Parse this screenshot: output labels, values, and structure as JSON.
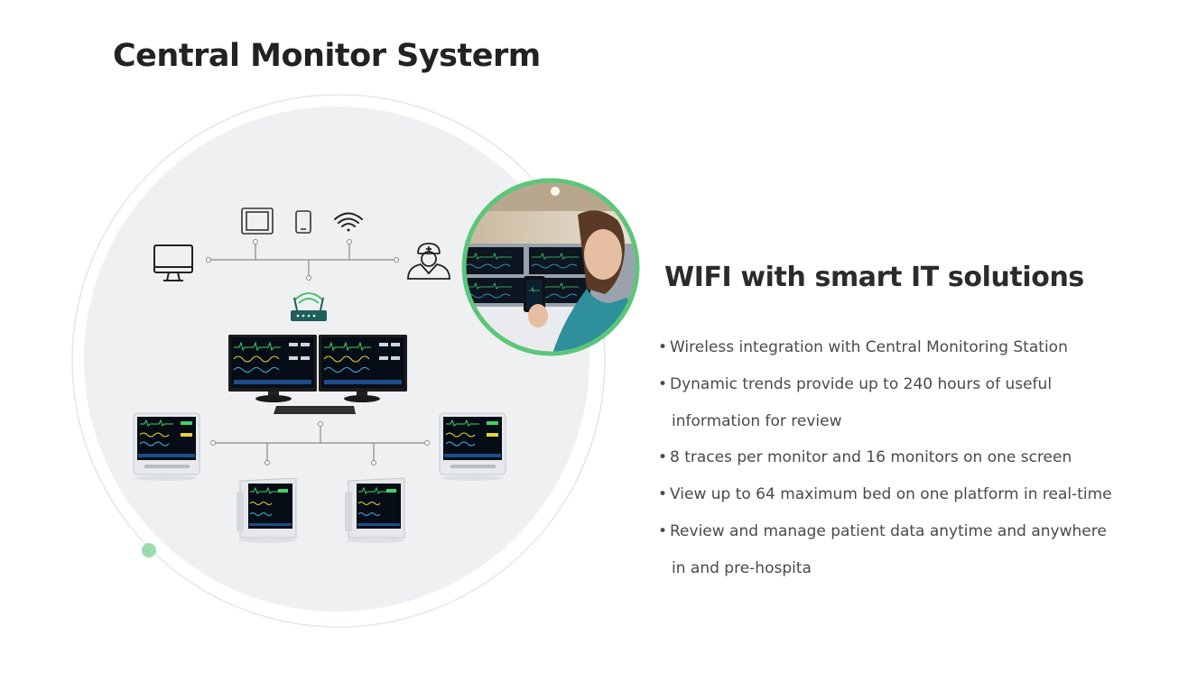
{
  "title": "Central Monitor Systerm",
  "heading": "WIFI with smart IT solutions",
  "features": [
    {
      "lines": [
        "Wireless integration with Central Monitoring Station"
      ]
    },
    {
      "lines": [
        "Dynamic trends provide up to 240 hours of useful",
        "information for review"
      ]
    },
    {
      "lines": [
        "8 traces per monitor and 16 monitors on one screen"
      ]
    },
    {
      "lines": [
        "View up to 64 maximum bed on one platform in real-time"
      ]
    },
    {
      "lines": [
        "Review and manage patient data anytime and anywhere",
        "in and pre-hospita"
      ]
    }
  ],
  "bullet_char": "•",
  "colors": {
    "accent_green": "#5cc67a",
    "light_green_dot": "#9bdcae",
    "circle_fill": "#eef0f2",
    "circle_outline": "#e4e6e8",
    "router_teal": "#1f5f5b",
    "wifi_green": "#48c06a"
  },
  "icons": [
    "tablet-icon",
    "smartphone-icon",
    "wifi-icon",
    "desktop-computer-icon",
    "doctor-icon",
    "router-icon",
    "dual-monitor-workstation",
    "patient-monitor-device"
  ]
}
